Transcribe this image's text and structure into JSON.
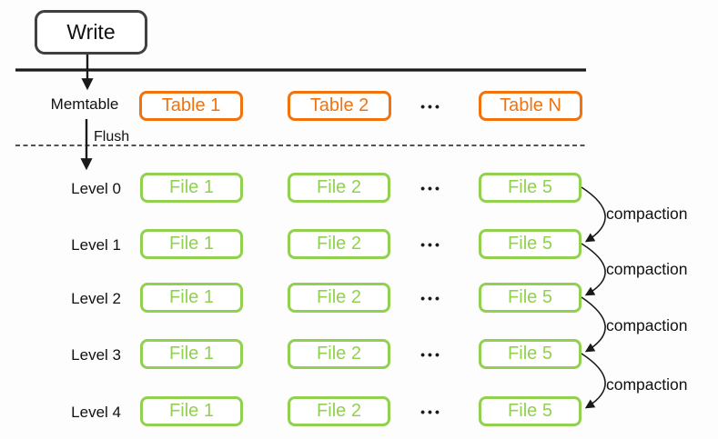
{
  "diagram": {
    "title_node": {
      "write_label": "Write"
    },
    "memtable": {
      "label": "Memtable",
      "flush_label": "Flush",
      "tables": [
        "Table 1",
        "Table 2",
        "Table N"
      ],
      "ellipsis": "•••"
    },
    "levels": [
      {
        "label": "Level 0",
        "files": [
          "File 1",
          "File 2",
          "File 5"
        ],
        "ellipsis": "•••"
      },
      {
        "label": "Level 1",
        "files": [
          "File 1",
          "File 2",
          "File 5"
        ],
        "ellipsis": "•••"
      },
      {
        "label": "Level 2",
        "files": [
          "File 1",
          "File 2",
          "File 5"
        ],
        "ellipsis": "•••"
      },
      {
        "label": "Level 3",
        "files": [
          "File 1",
          "File 2",
          "File 5"
        ],
        "ellipsis": "•••"
      },
      {
        "label": "Level 4",
        "files": [
          "File 1",
          "File 2",
          "File 5"
        ],
        "ellipsis": "•••"
      }
    ],
    "compaction_labels": [
      "compaction",
      "compaction",
      "compaction",
      "compaction"
    ],
    "colors": {
      "orange": "#f2720d",
      "green": "#92d050",
      "box_border_dark": "#404040",
      "line_black": "#1a1a1a"
    }
  }
}
